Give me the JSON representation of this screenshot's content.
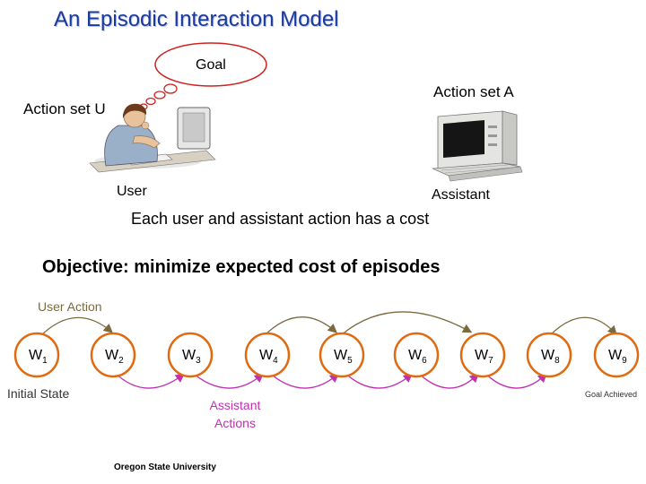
{
  "title": "An Episodic Interaction Model",
  "goal": "Goal",
  "action_set_u": "Action set U",
  "action_set_a": "Action set A",
  "user_label": "User",
  "assistant_label": "Assistant",
  "cost_text": "Each user and assistant action has a cost",
  "objective": "Objective: minimize expected cost of episodes",
  "user_action": "User Action",
  "initial_state": "Initial State",
  "goal_achieved": "Goal Achieved",
  "assistant_actions": "Assistant Actions",
  "footer": "Oregon State University",
  "states": [
    {
      "base": "W",
      "sub": "1"
    },
    {
      "base": "W",
      "sub": "2"
    },
    {
      "base": "W",
      "sub": "3"
    },
    {
      "base": "W",
      "sub": "4"
    },
    {
      "base": "W",
      "sub": "5"
    },
    {
      "base": "W",
      "sub": "6"
    },
    {
      "base": "W",
      "sub": "7"
    },
    {
      "base": "W",
      "sub": "8"
    },
    {
      "base": "W",
      "sub": "9"
    }
  ],
  "colors": {
    "title": "#1a3a9e",
    "node_stroke": "#e06a10",
    "user_arrow": "#7a6a40",
    "assistant_arrow": "#c030b0",
    "thought_cloud": "#d02020"
  },
  "icons": [
    "person-at-computer-icon",
    "computer-terminal-icon",
    "thought-bubble-icon"
  ]
}
